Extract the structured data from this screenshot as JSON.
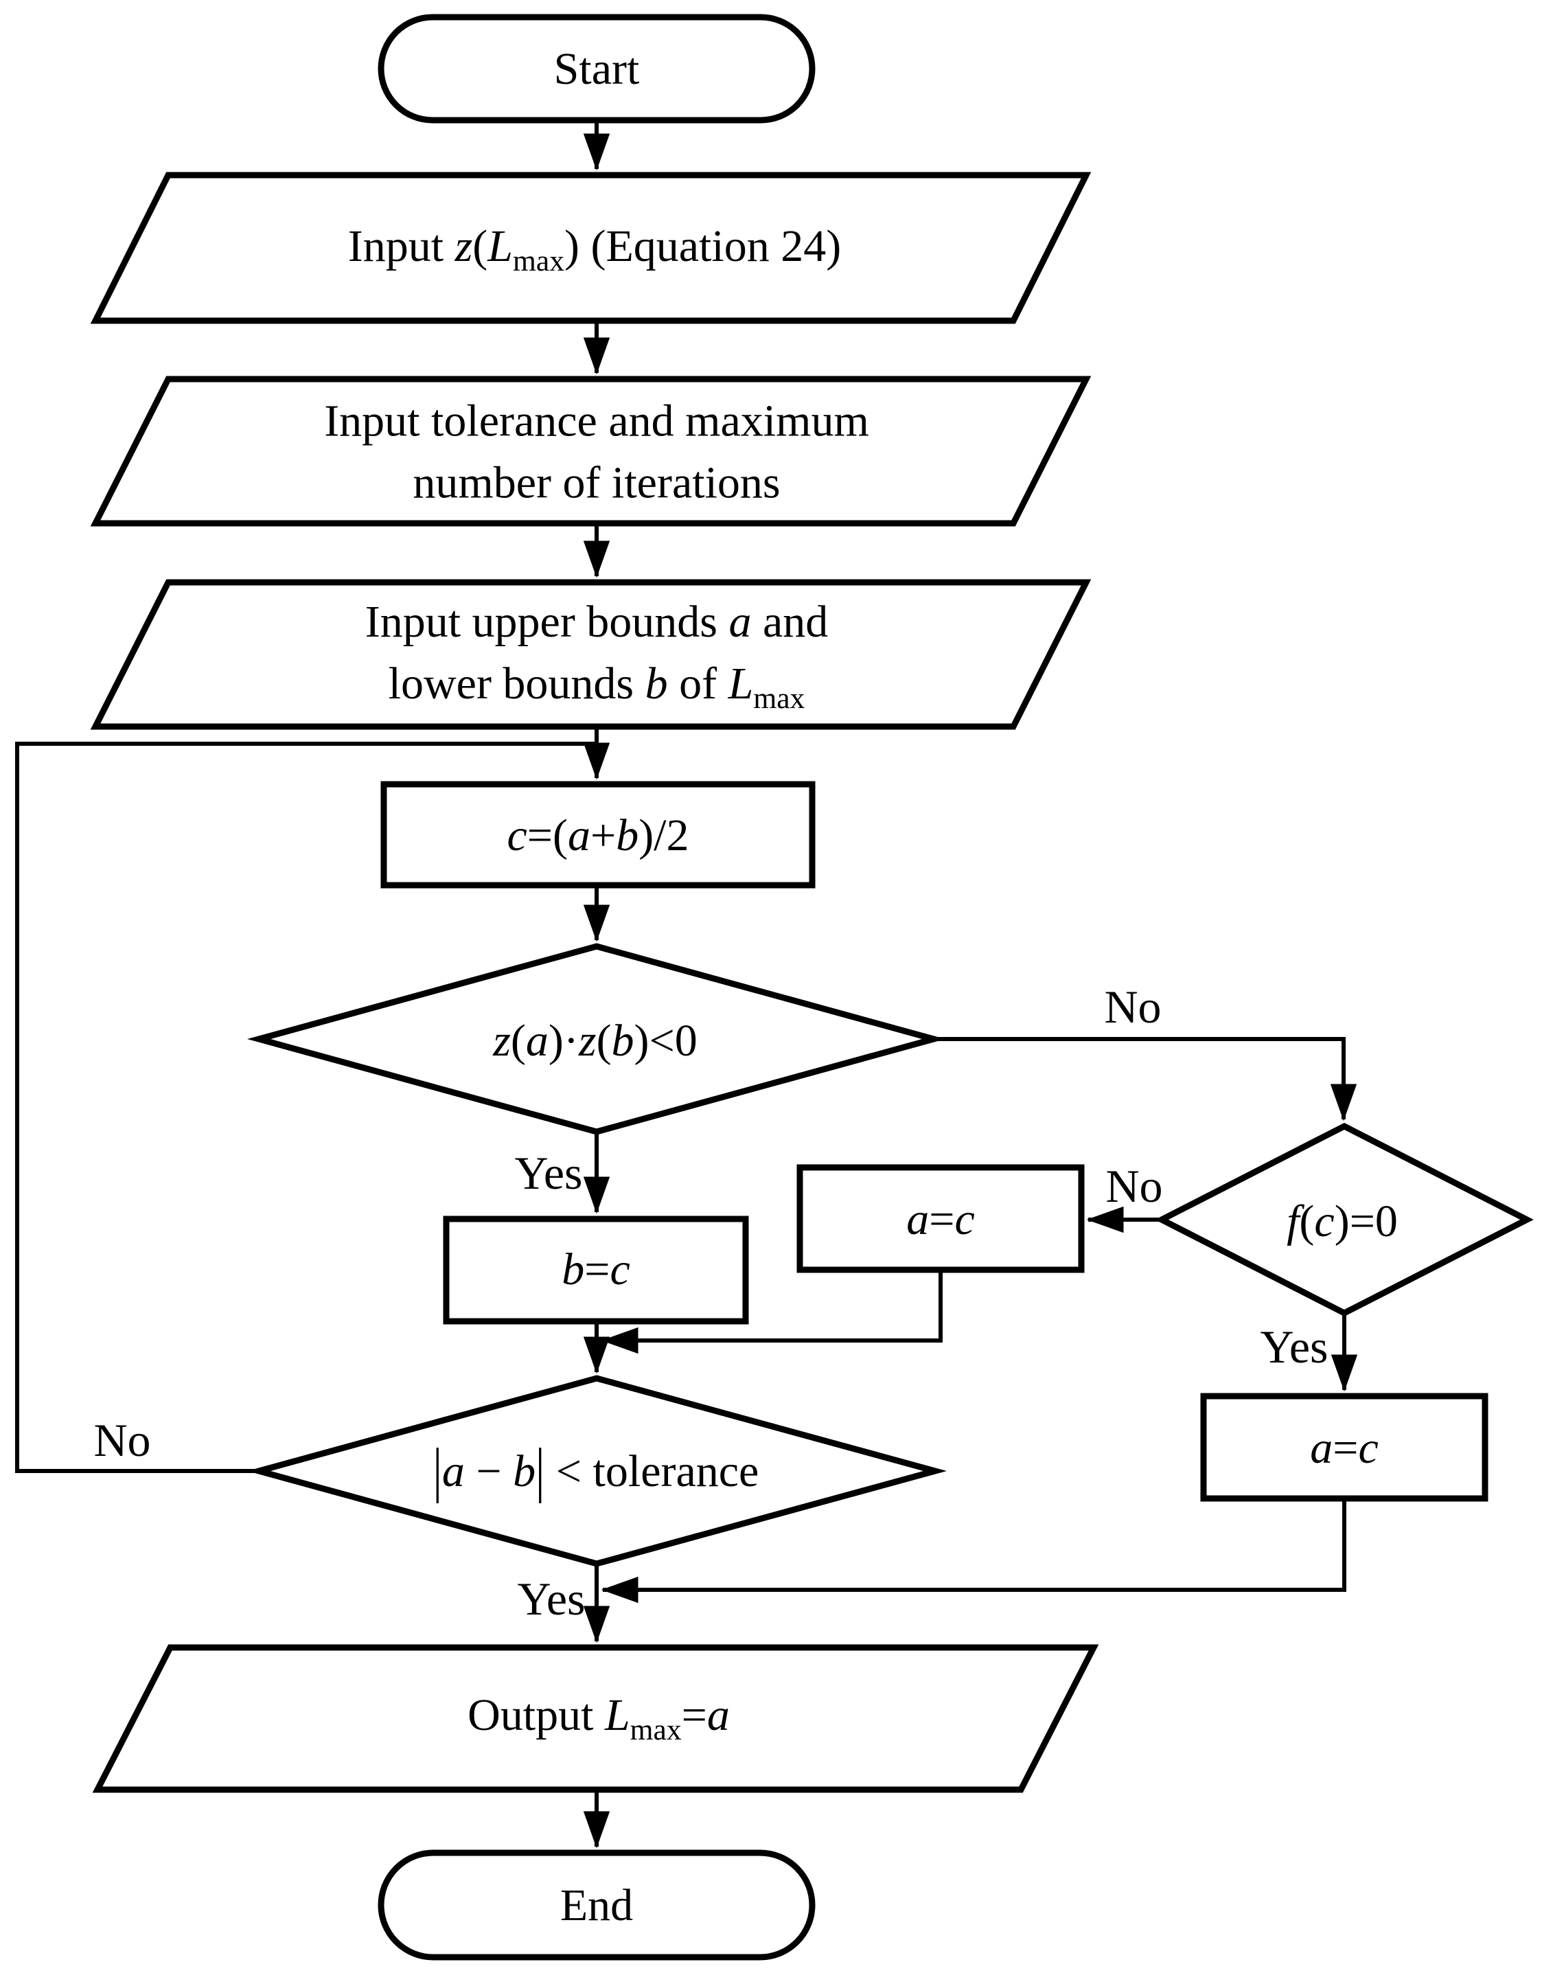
{
  "figure": {
    "background_color": "#ffffff",
    "line_color": "#000000"
  },
  "nodes": {
    "start": {
      "type": "terminator",
      "label": "Start"
    },
    "input_z": {
      "type": "io",
      "pre": "Input ",
      "z": "z",
      "open": "(",
      "L": "L",
      "sub": "max",
      "close": ") (Equation 24)"
    },
    "input_tol": {
      "type": "io",
      "line1": "Input tolerance and maximum",
      "line2": "number of iterations"
    },
    "input_bounds": {
      "type": "io",
      "l1a": "Input upper bounds ",
      "l1b": "a",
      "l1c": " and",
      "l2a": "lower bounds ",
      "l2b": "b",
      "l2c": " of ",
      "l2d": "L",
      "l2sub": "max"
    },
    "midpoint": {
      "type": "process",
      "c": "c",
      "eq": "=(",
      "a": "a",
      "plus": "+",
      "b": "b",
      "close": ")/2"
    },
    "sign_check": {
      "type": "decision",
      "z1": "z",
      "p1": "(",
      "a": "a",
      "p2": ")·",
      "z2": "z",
      "p3": "(",
      "b": "b",
      "p4": ")<0"
    },
    "set_b": {
      "type": "process",
      "lhs": "b",
      "eq": "=",
      "rhs": "c"
    },
    "set_a_no": {
      "type": "process",
      "lhs": "a",
      "eq": "=",
      "rhs": "c"
    },
    "root_check": {
      "type": "decision",
      "f": "f",
      "p1": "(",
      "c": "c",
      "p2": ")=0"
    },
    "set_a_yes": {
      "type": "process",
      "lhs": "a",
      "eq": "=",
      "rhs": "c"
    },
    "tol_check": {
      "type": "decision",
      "bar1": "|",
      "a": "a",
      "minus": " − ",
      "b": "b",
      "bar2": "|",
      "cmp": " < tolerance"
    },
    "output": {
      "type": "io",
      "pre": "Output ",
      "L": "L",
      "sub": "max",
      "eq": "=",
      "a": "a"
    },
    "end": {
      "type": "terminator",
      "label": "End"
    }
  },
  "edge_labels": {
    "sign_no": "No",
    "sign_yes": "Yes",
    "root_no": "No",
    "root_yes": "Yes",
    "tol_no": "No",
    "tol_yes": "Yes"
  }
}
